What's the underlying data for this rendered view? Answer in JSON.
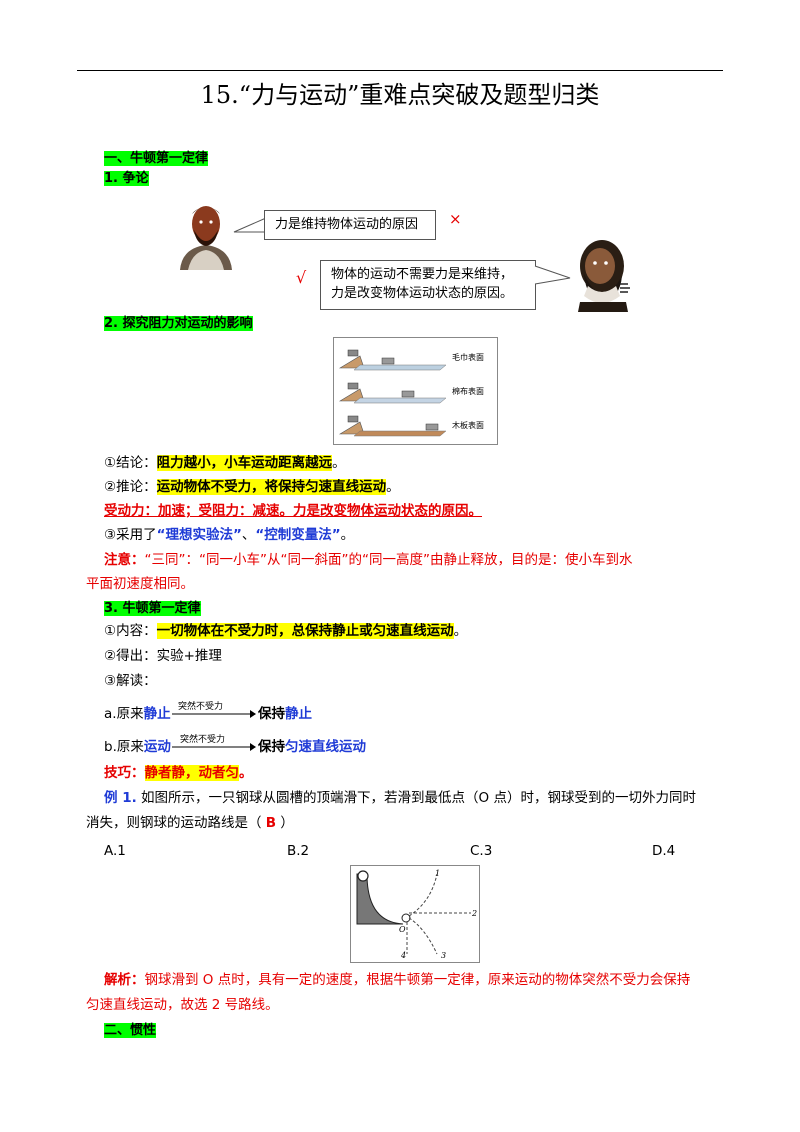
{
  "title": "15.“力与运动”重难点突破及题型归类",
  "section1": {
    "heading": "一、牛顿第一定律",
    "sub1": "1. 争论",
    "bubble_left": "力是维持物体运动的原因",
    "mark_wrong": "×",
    "mark_right": "√",
    "bubble_right_1": "物体的运动不需要力是来维持，",
    "bubble_right_2": "力是改变物体运动状态的原因。",
    "sub2": "2. 探究阻力对运动的影响",
    "surfaces": [
      "毛巾表面",
      "棉布表面",
      "木板表面"
    ],
    "conclusion_label": "①结论：",
    "conclusion_text": "阻力越小，小车运动距离越远",
    "conclusion_end": "。",
    "inference_label": "②推论：",
    "inference_text": "运动物体不受力，将保持匀速直线运动",
    "inference_end": "。",
    "force_line": "受动力：加速；受阻力：减速。力是改变物体运动状态的原因。",
    "method_prefix": "③采用了",
    "method_a": "“理想实验法”",
    "method_sep": "、",
    "method_b": "“控制变量法”",
    "method_end": "。",
    "note_label": "注意：",
    "note_text1": "“三同”：“同一小车”从“同一斜面”的“同一高度”由静止释放，目的是：使小车到水",
    "note_text2": "平面初速度相同。",
    "sub3": "3. 牛顿第一定律",
    "content_label": "①内容：",
    "content_text": "一切物体在不受力时，总保持静止或匀速直线运动",
    "content_end": "。",
    "derive": "②得出：实验+推理",
    "interpret": "③解读：",
    "a_prefix": "a.原来",
    "a_state": "静止",
    "arrow_text_a": "突然不受力",
    "a_keep": "保持",
    "a_result": "静止",
    "b_prefix": "b.原来",
    "b_state": "运动",
    "arrow_text_b": "突然不受力",
    "b_keep": "保持",
    "b_result": "匀速直线运动",
    "tip_label": "技巧：",
    "tip_text": "静者静，动者匀",
    "tip_end": "。"
  },
  "example": {
    "label": "例 1.",
    "q1": " 如图所示，一只钢球从圆槽的顶端滑下，若滑到最低点（O 点）时，钢球受到的一切外力同时",
    "q2_pre": "消失，则钢球的运动路线是（  ",
    "answer": "B",
    "q2_post": "  ）",
    "options": [
      "A.1",
      "B.2",
      "C.3",
      "D.4"
    ],
    "fig_labels": [
      "1",
      "2",
      "3",
      "4",
      "O"
    ],
    "analysis_label": "解析：",
    "analysis1": "钢球滑到 O 点时，具有一定的速度，根据牛顿第一定律，原来运动的物体突然不受力会保持",
    "analysis2": "匀速直线运动，故选 2 号路线。"
  },
  "section2": {
    "heading": "二、惯性"
  },
  "colors": {
    "green_highlight": "#00ff00",
    "yellow_highlight": "#ffff00",
    "red": "#e60000",
    "blue": "#1f3bd6"
  }
}
